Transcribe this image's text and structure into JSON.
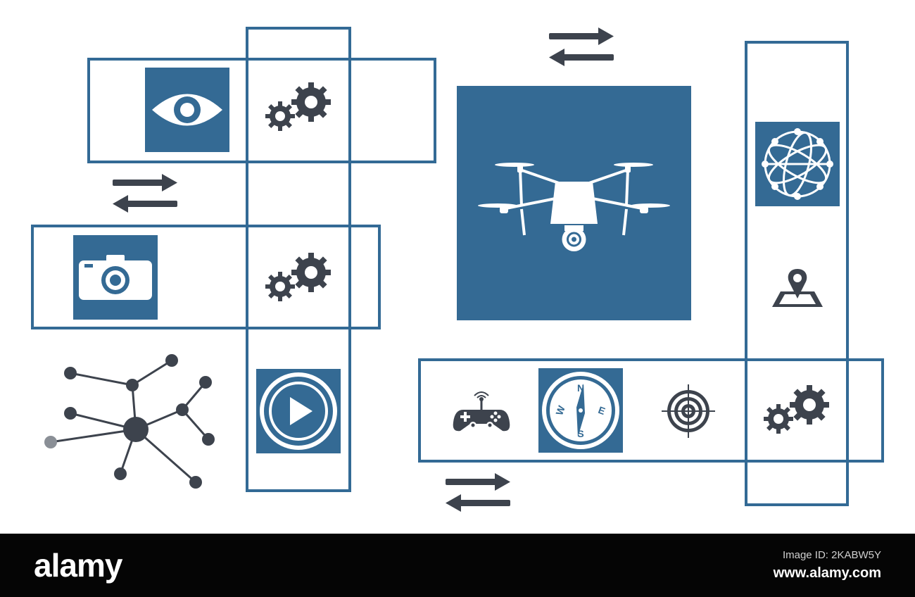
{
  "footer": {
    "brand": "alamy",
    "image_id": "Image ID: 2KABW5Y",
    "site": "www.alamy.com"
  },
  "compass_letters": {
    "n": "N",
    "e": "E",
    "s": "S",
    "w": "W"
  },
  "colors": {
    "frame": "#336a95",
    "tile": "#346a94",
    "icon_dark": "#3d434d",
    "footer_bg": "#050505"
  },
  "icons": {
    "eye": "eye-icon",
    "gears": "gears-icon",
    "camera": "camera-icon",
    "play": "play-icon",
    "network": "network-icon",
    "drone": "drone-icon",
    "globe": "globe-network-icon",
    "map_pin": "map-pin-icon",
    "gamepad": "gamepad-icon",
    "compass": "compass-icon",
    "target": "target-icon",
    "arrows": "exchange-arrows-icon"
  }
}
